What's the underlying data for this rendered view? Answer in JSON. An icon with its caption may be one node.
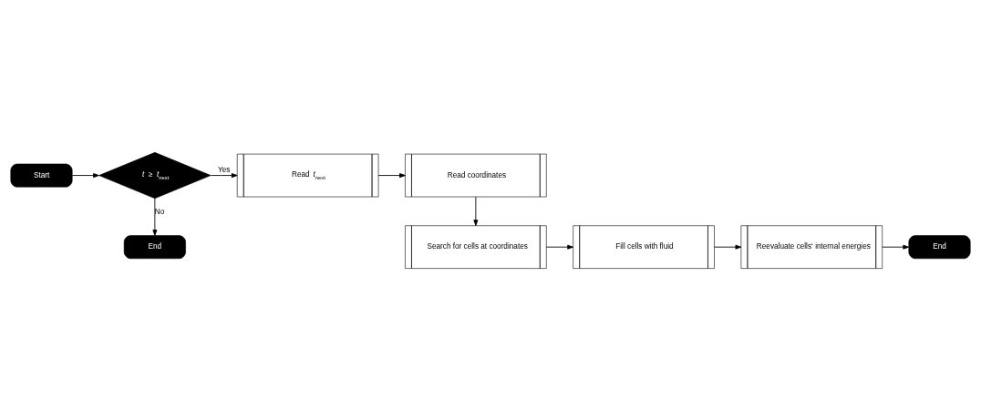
{
  "diagram": {
    "nodes": [
      {
        "text": [
          "Start"
        ]
      },
      {
        "text": [
          "*t* ≥ *t*$_{next}$"
        ]
      },
      {
        "text": [
          "End"
        ]
      },
      {
        "text": [
          "Read *t*$_{next}$"
        ]
      },
      {
        "text": [
          "Read coordinates"
        ]
      },
      {
        "text": [
          "Search for cells at coordinates"
        ]
      },
      {
        "text": [
          "Fill cells with fluid"
        ]
      },
      {
        "text": [
          "Reevaluate cells‘ internal energies"
        ]
      },
      {
        "text": [
          "End"
        ]
      }
    ],
    "edges": [
      {
        "from": 0,
        "to": 1,
        "arrow": "to"
      },
      {
        "from": 1,
        "to": 2,
        "arrow": "to",
        "label": "No"
      },
      {
        "from": 1,
        "to": 3,
        "arrow": "to",
        "label": "Yes"
      },
      {
        "from": 3,
        "to": 4,
        "arrow": "to"
      },
      {
        "from": 4,
        "to": 5,
        "arrow": "to"
      },
      {
        "from": 5,
        "to": 6,
        "arrow": "to"
      },
      {
        "from": 6,
        "to": 7,
        "arrow": "to"
      },
      {
        "from": 7,
        "to": 8,
        "arrow": "to"
      }
    ]
  }
}
